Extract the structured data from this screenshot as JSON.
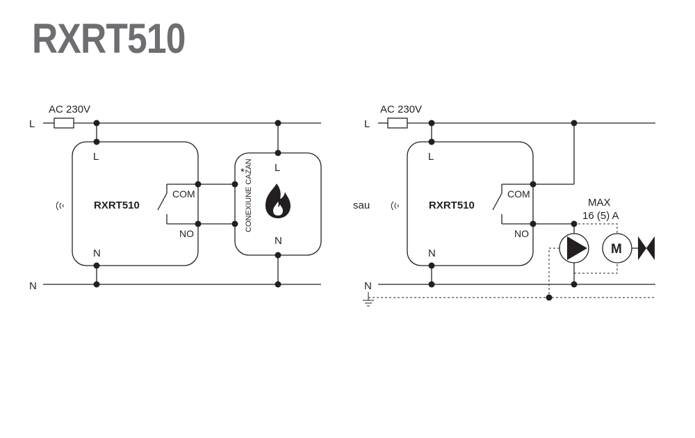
{
  "title": "RXRT510",
  "left_diagram": {
    "supply_label": "AC 230V",
    "line_label": "L",
    "neutral_label": "N",
    "device": {
      "name": "RXRT510",
      "terminal_l": "L",
      "terminal_n": "N",
      "com": "COM",
      "no": "NO"
    },
    "boiler": {
      "label": "CONEXIUNE CAZAN",
      "asterisk": "*",
      "terminal_l": "L",
      "terminal_n": "N",
      "icon": "flame-icon"
    }
  },
  "right_diagram": {
    "supply_label": "AC 230V",
    "line_label": "L",
    "neutral_label": "N",
    "or_label": "sau",
    "device": {
      "name": "RXRT510",
      "terminal_l": "L",
      "terminal_n": "N",
      "com": "COM",
      "no": "NO"
    },
    "max_label": "MAX",
    "rating_label": "16 (5) A",
    "motor_label": "M",
    "icons": [
      "pump-icon",
      "motor-icon",
      "valve-icon",
      "ground-icon"
    ]
  },
  "wireless_icon": "wireless-signal-icon"
}
